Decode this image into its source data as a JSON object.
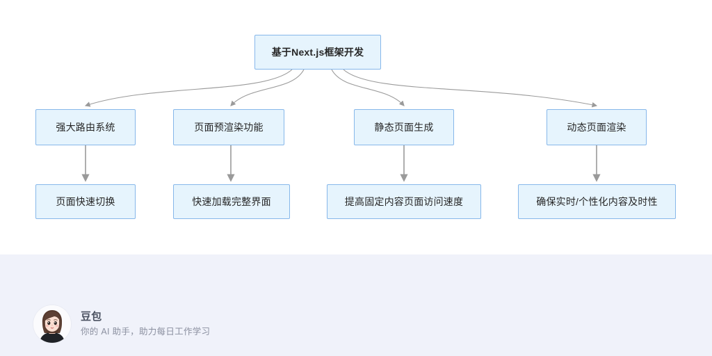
{
  "colors": {
    "canvas_bg": "#ffffff",
    "node_fill": "#e6f4fd",
    "node_border": "#86b7ea",
    "node_text": "#262626",
    "connector": "#9a9a9a",
    "footer_bg": "#f0f2fa",
    "footer_title": "#4a5160",
    "footer_subtitle": "#8b90a0"
  },
  "diagram": {
    "type": "tree",
    "root": {
      "label": "基于Next.js框架开发"
    },
    "branches": [
      {
        "feature": "强大路由系统",
        "benefit": "页面快速切换"
      },
      {
        "feature": "页面预渲染功能",
        "benefit": "快速加载完整界面"
      },
      {
        "feature": "静态页面生成",
        "benefit": "提高固定内容页面访问速度"
      },
      {
        "feature": "动态页面渲染",
        "benefit": "确保实时/个性化内容及时性"
      }
    ]
  },
  "footer": {
    "avatar_icon": "assistant-avatar-icon",
    "name": "豆包",
    "tagline": "你的 AI 助手，助力每日工作学习"
  }
}
